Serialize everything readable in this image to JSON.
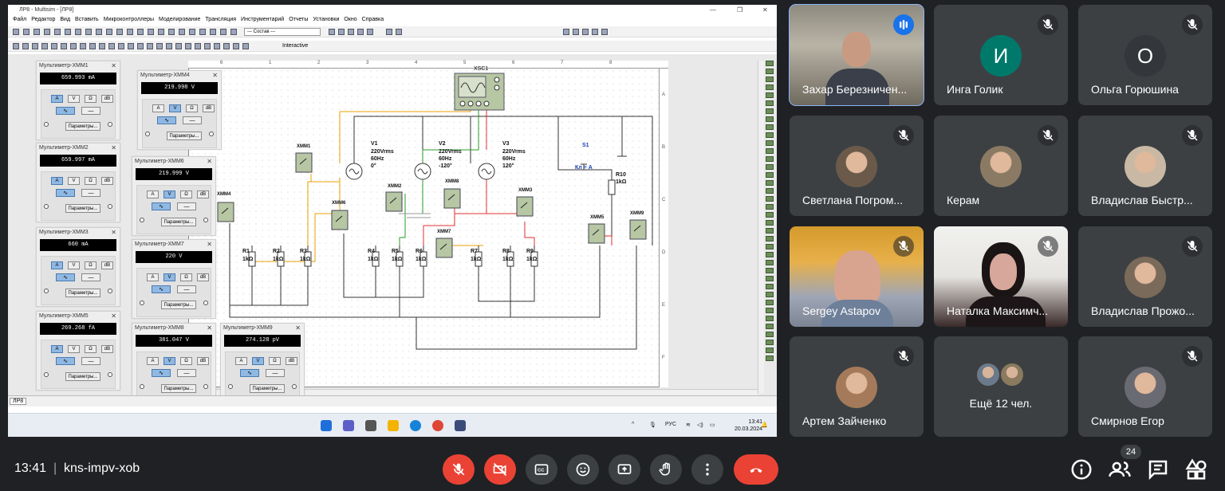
{
  "screen": {
    "window_title": "ЛР8 - Multisim - [ЛР8]",
    "menu": [
      "Файл",
      "Редактор",
      "Вид",
      "Вставить",
      "Микроконтроллеры",
      "Моделирование",
      "Трансляция",
      "Инструментарий",
      "Отчеты",
      "Установки",
      "Окно",
      "Справка"
    ],
    "combo_value": "--- Состав ---",
    "interactive_label": "Interactive",
    "sheet_tab": "ЛР8",
    "scope_label": "XSC1",
    "sources": [
      {
        "name": "V1",
        "v": "220Vrms",
        "f": "60Hz",
        "ph": "0°"
      },
      {
        "name": "V2",
        "v": "220Vrms",
        "f": "60Hz",
        "ph": "-120°"
      },
      {
        "name": "V3",
        "v": "220Vrms",
        "f": "60Hz",
        "ph": "120°"
      }
    ],
    "switch": {
      "name": "S1",
      "key": "Кл = A"
    },
    "r10": {
      "name": "R10",
      "value": "1kΩ"
    },
    "resistors": [
      {
        "name": "R1",
        "value": "1kΩ"
      },
      {
        "name": "R2",
        "value": "1kΩ"
      },
      {
        "name": "R3",
        "value": "1kΩ"
      },
      {
        "name": "R4",
        "value": "1kΩ"
      },
      {
        "name": "R5",
        "value": "1kΩ"
      },
      {
        "name": "R6",
        "value": "1kΩ"
      },
      {
        "name": "R7",
        "value": "1kΩ"
      },
      {
        "name": "R8",
        "value": "1kΩ"
      },
      {
        "name": "R9",
        "value": "1kΩ"
      }
    ],
    "meter_symbols": [
      "XMM1",
      "XMM4",
      "XMM6",
      "XMM2",
      "XMM8",
      "XMM3",
      "XMM7",
      "XMM5",
      "XMM9"
    ],
    "ruler_top": [
      "6",
      "1",
      "2",
      "3",
      "4",
      "5",
      "6",
      "7",
      "8"
    ],
    "ruler_right": [
      "A",
      "B",
      "C",
      "D",
      "E",
      "F"
    ],
    "multimeters": [
      {
        "title": "Мультиметр-XMM1",
        "reading": "659.993 mA",
        "mode": "A",
        "params": "Параметры..."
      },
      {
        "title": "Мультиметр-XMM4",
        "reading": "219.998 V",
        "mode": "V",
        "params": "Параметры..."
      },
      {
        "title": "Мультиметр-XMM2",
        "reading": "659.997 mA",
        "mode": "A",
        "params": "Параметры..."
      },
      {
        "title": "Мультиметр-XMM6",
        "reading": "219.999 V",
        "mode": "V",
        "params": "Параметры..."
      },
      {
        "title": "Мультиметр-XMM3",
        "reading": "660 mA",
        "mode": "A",
        "params": "Параметры..."
      },
      {
        "title": "Мультиметр-XMM7",
        "reading": "220 V",
        "mode": "V",
        "params": "Параметры..."
      },
      {
        "title": "Мультиметр-XMM5",
        "reading": "269.268 fA",
        "mode": "A",
        "params": "Параметры..."
      },
      {
        "title": "Мультиметр-XMM8",
        "reading": "381.047 V",
        "mode": "V",
        "params": "Параметры..."
      },
      {
        "title": "Мультиметр-XMM9",
        "reading": "274.128 pV",
        "mode": "V",
        "params": "Параметры..."
      }
    ],
    "mm_buttons": [
      "A",
      "V",
      "Ω",
      "dB"
    ],
    "taskbar": {
      "lang": "РУС",
      "time": "13:41",
      "date": "20.03.2024"
    }
  },
  "participants": [
    {
      "name": "Захар Березниченко",
      "display": "Захар Березничен...",
      "type": "video",
      "speaking": true
    },
    {
      "name": "Инга Голик",
      "type": "letter",
      "letter": "И",
      "color": "#00796b"
    },
    {
      "name": "Ольга Горюшина",
      "type": "letter",
      "letter": "О",
      "color": "#3c4043"
    },
    {
      "name": "Светлана Погромская",
      "display": "Светлана Погром...",
      "type": "photo"
    },
    {
      "name": "Керам",
      "type": "photo"
    },
    {
      "name": "Владислав Быстров",
      "display": "Владислав Быстр...",
      "type": "photo"
    },
    {
      "name": "Sergey Astapov",
      "type": "video"
    },
    {
      "name": "Наталка Максимчук",
      "display": "Наталка Максимч...",
      "type": "video"
    },
    {
      "name": "Владислав Прожогин",
      "display": "Владислав Прожо...",
      "type": "photo"
    },
    {
      "name": "Артем Зайченко",
      "type": "photo"
    },
    {
      "name": "Ещё 12 чел.",
      "type": "more"
    },
    {
      "name": "Смирнов Егор",
      "type": "photo"
    }
  ],
  "bottom": {
    "time": "13:41",
    "separator": "|",
    "meeting_code": "kns-impv-xob",
    "people_count": "24"
  },
  "colors": {
    "meet_bg": "#202124",
    "tile_bg": "#3c4043",
    "danger": "#ea4335",
    "speaking": "#8ab4f8"
  }
}
